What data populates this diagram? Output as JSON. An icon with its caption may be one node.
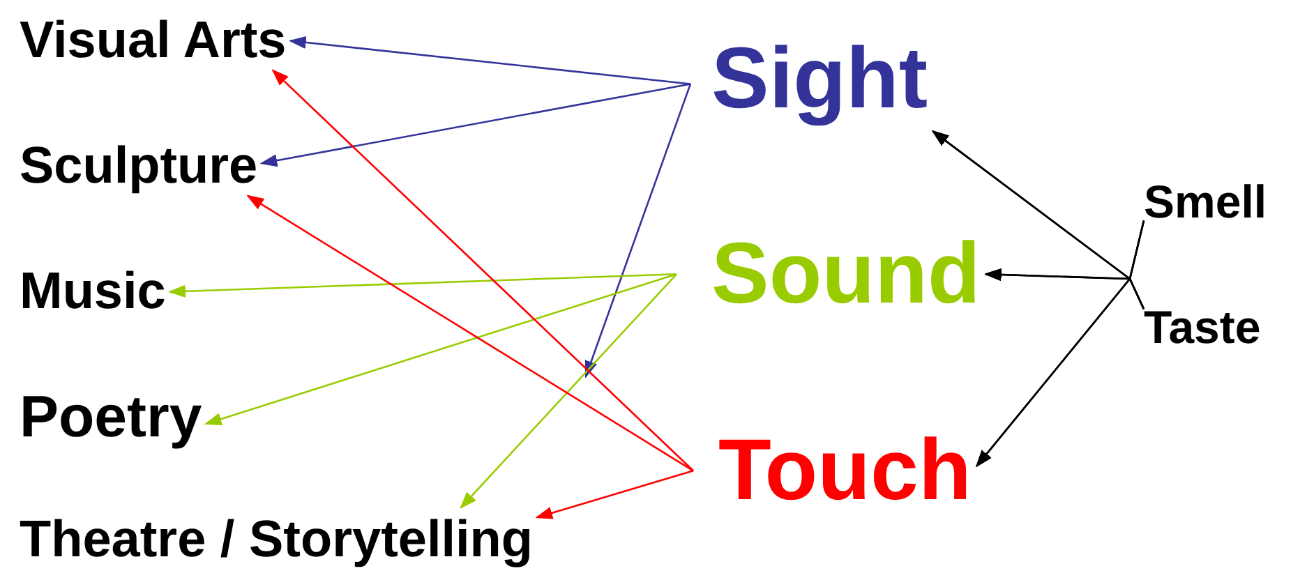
{
  "diagram": {
    "nodes": [
      {
        "text": [
          "Visual Arts"
        ]
      },
      {
        "text": [
          "Sculpture"
        ]
      },
      {
        "text": [
          "Music"
        ]
      },
      {
        "text": [
          "Poetry"
        ]
      },
      {
        "text": [
          "Theatre / Storytelling"
        ]
      },
      {
        "text": [
          "Sight"
        ]
      },
      {
        "text": [
          "Sound"
        ]
      },
      {
        "text": [
          "Touch"
        ]
      },
      {
        "text": [
          "Smell"
        ]
      },
      {
        "text": [
          "Taste"
        ]
      }
    ],
    "edges": [
      {
        "from": 5,
        "to": 0,
        "arrow": "to",
        "color": "#333399"
      },
      {
        "from": 5,
        "to": 1,
        "arrow": "to",
        "color": "#333399"
      },
      {
        "from": 5,
        "to": null,
        "arrow": "to",
        "color": "#333399"
      },
      {
        "from": 6,
        "to": 2,
        "arrow": "to",
        "color": "#99cc00"
      },
      {
        "from": 6,
        "to": 3,
        "arrow": "to",
        "color": "#99cc00"
      },
      {
        "from": 6,
        "to": 4,
        "arrow": "to",
        "color": "#99cc00"
      },
      {
        "from": 7,
        "to": 0,
        "arrow": "to",
        "color": "#ff0000"
      },
      {
        "from": 7,
        "to": 1,
        "arrow": "to",
        "color": "#ff0000"
      },
      {
        "from": 7,
        "to": 4,
        "arrow": "to",
        "color": "#ff0000"
      },
      {
        "from": 8,
        "to": 5,
        "arrow": "to"
      },
      {
        "from": 8,
        "to": 6,
        "arrow": "to"
      },
      {
        "from": 8,
        "to": 7,
        "arrow": "to"
      },
      {
        "from": 9,
        "to": 5,
        "arrow": "to"
      },
      {
        "from": 9,
        "to": 6,
        "arrow": "to"
      },
      {
        "from": 9,
        "to": 7,
        "arrow": "to"
      }
    ]
  }
}
